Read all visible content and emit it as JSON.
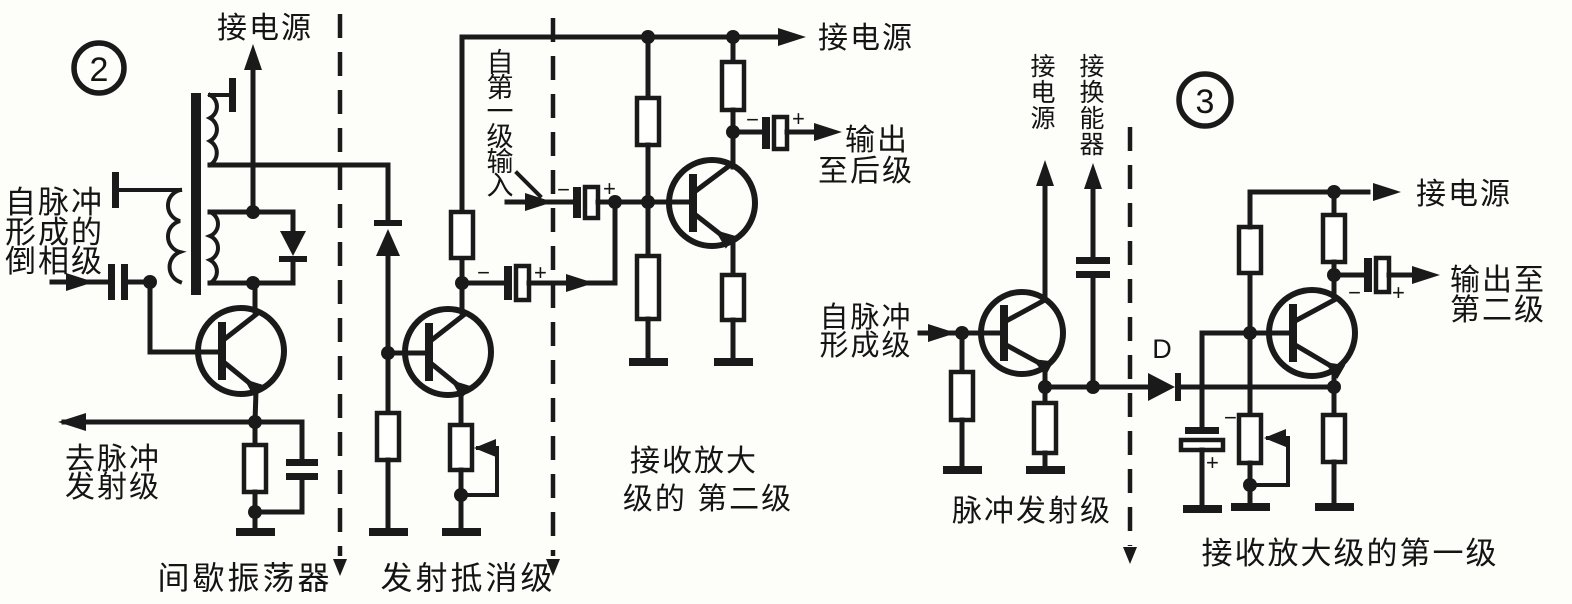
{
  "panel2": {
    "badge": "2",
    "power_label": "接电源",
    "input_label_lines": [
      "自脉冲",
      "形成的",
      "倒相级"
    ],
    "output_label_lines": [
      "去脉冲",
      "发射级"
    ],
    "caption": "间歇振荡器"
  },
  "cancel_stage": {
    "caption": "发射抵消级"
  },
  "amp_second_stage": {
    "input_vertical_chars": [
      "自",
      "第",
      "一",
      "级",
      "输",
      "入"
    ],
    "power_label": "接电源",
    "output_label_lines": [
      "输出",
      "至后级"
    ],
    "caption_lines": [
      "接收放大",
      "级的 第二级"
    ]
  },
  "panel3": {
    "badge": "3",
    "power_vertical_chars": [
      "接",
      "电",
      "源"
    ],
    "transducer_vertical_chars": [
      "接",
      "换",
      "能",
      "器"
    ],
    "input_label_lines": [
      "自脉冲",
      "形成级"
    ],
    "diode_label": "D",
    "caption": "脉冲发射级"
  },
  "amp_first_stage": {
    "power_label": "接电源",
    "output_label_lines": [
      "输出至",
      "第二级"
    ],
    "caption": "接收放大级的第一级"
  },
  "polarity": {
    "minus": "−",
    "plus": "+"
  }
}
